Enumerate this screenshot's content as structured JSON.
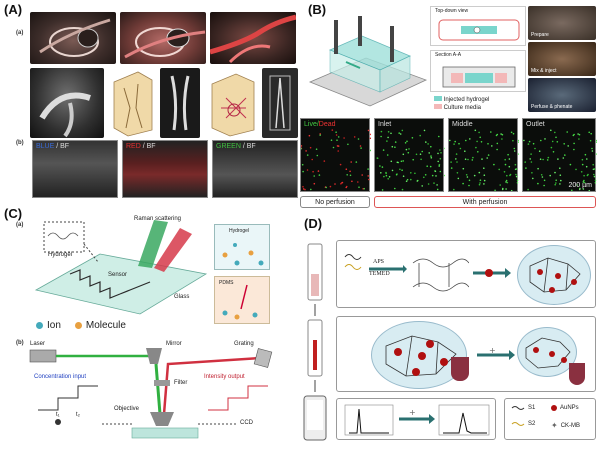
{
  "panels": {
    "A": {
      "label": "(A)",
      "sub_a": "(a)",
      "sub_b": "(b)",
      "bottom_labels": [
        {
          "name": "BLUE",
          "sep": " / BF"
        },
        {
          "name": "RED",
          "sep": " / BF"
        },
        {
          "name": "GREEN",
          "sep": " / BF"
        }
      ]
    },
    "B": {
      "label": "(B)",
      "top_view": "Top-down view",
      "section": "Section A-A",
      "legend": [
        "Injected hydrogel",
        "Culture media"
      ],
      "steps": [
        "Prepare",
        "Mix & inject",
        "Perfuse & phenate"
      ],
      "images": [
        {
          "live": "Live/",
          "dead": "Dead",
          "name": ""
        },
        {
          "name": "Inlet"
        },
        {
          "name": "Middle"
        },
        {
          "name": "Outlet"
        }
      ],
      "scale": "200 µm",
      "no_perfusion": "No perfusion",
      "with_perfusion": "With perfusion"
    },
    "C": {
      "label": "(C)",
      "sub_a": "(a)",
      "sub_b": "(b)",
      "raman": "Raman scattering",
      "hydrogel": "Hydrogel",
      "sensor": "Sensor",
      "glass": "Glass",
      "inset1": "Hydrogel",
      "inset2": "PDMS",
      "ion": "Ion",
      "molecule": "Molecule",
      "laser": "Laser",
      "mirror": "Mirror",
      "grating": "Grating",
      "filter": "Filter",
      "conc_input": "Concentration input",
      "intensity_output": "Intensity output",
      "objective": "Objective",
      "ccd": "CCD",
      "t1": "t₁",
      "t2": "t₂"
    },
    "D": {
      "label": "(D)",
      "aps": "APS",
      "temed": "TEMED",
      "legend": [
        {
          "sym": "S1",
          "color": "#333"
        },
        {
          "sym": "S2",
          "color": "#c8a020"
        },
        {
          "sym": "AuNPs",
          "color": "#b01010"
        },
        {
          "sym": "CK-MB",
          "color": "#666"
        }
      ]
    }
  }
}
